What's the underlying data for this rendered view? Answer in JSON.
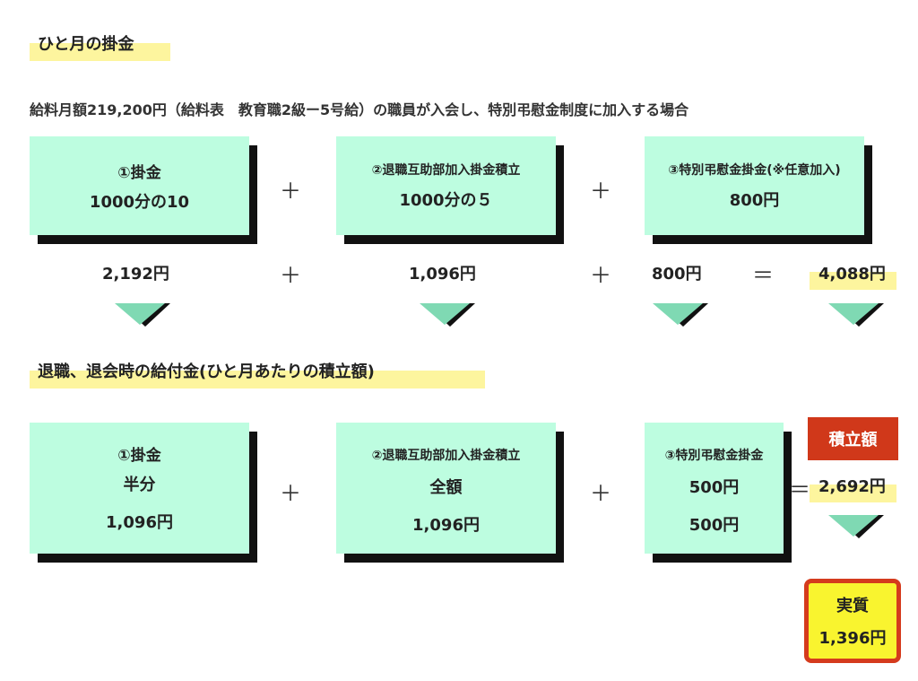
{
  "section1": {
    "heading": "ひと月の掛金",
    "description": "給料月額219,200円（給料表　教育職2級ー5号給）の職員が入会し、特別弔慰金制度に加入する場合",
    "boxes": [
      {
        "label": "①掛金",
        "value": "1000分の10"
      },
      {
        "label": "②退職互助部加入掛金積立",
        "value": "1000分の５"
      },
      {
        "label": "③特別弔慰金掛金(※任意加入)",
        "value": "800円"
      }
    ],
    "plus": "＋",
    "equals": "＝",
    "amounts": [
      "2,192円",
      "1,096円",
      "800円"
    ],
    "total": "4,088円"
  },
  "section2": {
    "heading": "退職、退会時の給付金(ひと月あたりの積立額)",
    "boxes": [
      {
        "label": "①掛金",
        "line2": "半分",
        "value": "1,096円"
      },
      {
        "label": "②退職互助部加入掛金積立",
        "line2": "全額",
        "value": "1,096円"
      },
      {
        "label": "③特別弔慰金掛金",
        "line2": "500円",
        "value": "500円"
      }
    ],
    "plus": "＋",
    "equals": "＝",
    "badge": "積立額",
    "total": "2,692円",
    "final": {
      "label": "実質",
      "value": "1,396円"
    }
  },
  "colors": {
    "box": "#bdfde0",
    "highlight": "#fdf59e",
    "triangle": "#7fd9b3",
    "badge": "#d0381a",
    "final_bg": "#f9f42f",
    "final_border": "#d53b1d"
  }
}
